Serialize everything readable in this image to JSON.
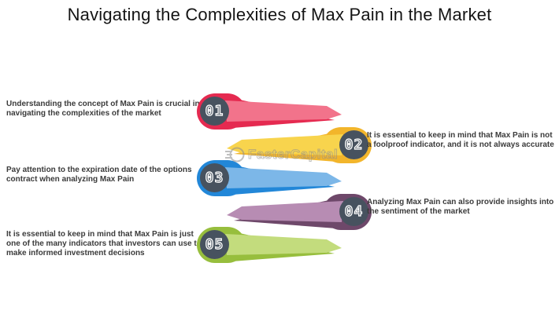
{
  "title": "Navigating the Complexities of Max Pain in the Market",
  "watermark": {
    "text": "FasterCapital"
  },
  "items": [
    {
      "number": "01",
      "side": "left",
      "text": "Understanding the concept of Max Pain is crucial in navigating the complexities of the market",
      "colors": {
        "dark": "#E52A50",
        "light": "#F2738B",
        "badge": "#47525F"
      }
    },
    {
      "number": "02",
      "side": "right",
      "text": "It is essential to keep in mind that Max Pain is not a foolproof indicator, and it is not always accurate",
      "colors": {
        "dark": "#F2B52B",
        "light": "#F8D44D",
        "badge": "#47525F"
      }
    },
    {
      "number": "03",
      "side": "left",
      "text": "Pay attention to the expiration date of the options contract when analyzing Max Pain",
      "colors": {
        "dark": "#2287D8",
        "light": "#7CB7E8",
        "badge": "#47525F"
      }
    },
    {
      "number": "04",
      "side": "right",
      "text": "Analyzing Max Pain can also provide insights into the sentiment of the market",
      "colors": {
        "dark": "#6E486A",
        "light": "#B78CB3",
        "badge": "#47525F"
      }
    },
    {
      "number": "05",
      "side": "left",
      "text": "It is essential to keep in mind that Max Pain is just one of the many indicators that investors can use to make informed investment decisions",
      "colors": {
        "dark": "#97BE3D",
        "light": "#C3DC7D",
        "badge": "#47525F"
      }
    }
  ]
}
